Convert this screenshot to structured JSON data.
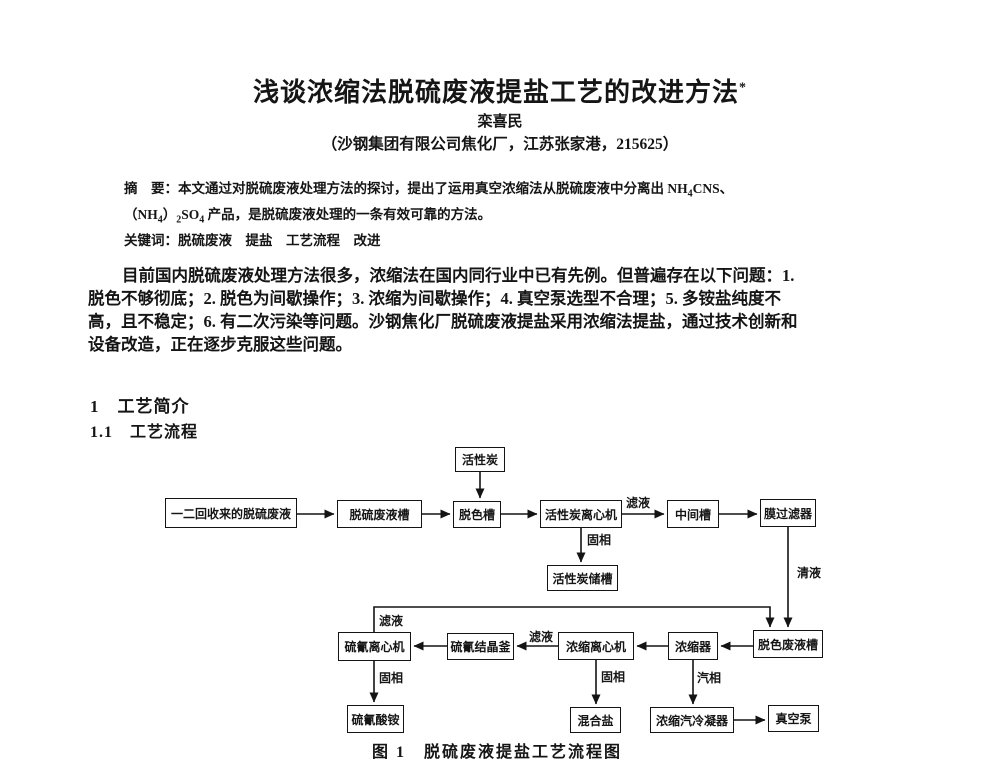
{
  "page": {
    "title": "浅谈浓缩法脱硫废液提盐工艺的改进方法",
    "title_superscript": "*",
    "author": "栾喜民",
    "affiliation": "（沙钢集团有限公司焦化厂，江苏张家港，215625）"
  },
  "abstract": {
    "label": "摘　要：",
    "line1_pre": "本文通过对脱硫废液处理方法的探讨，提出了运用真空浓缩法从脱硫废液中分离出 NH",
    "line1_sub": "4",
    "line1_post": "CNS、",
    "line2_p1": "（NH",
    "line2_s1": "4",
    "line2_p2": "）",
    "line2_s2": "2",
    "line2_p3": "SO",
    "line2_s3": "4",
    "line2_p4": " 产品，是脱硫废液处理的一条有效可靠的方法。",
    "keywords_label": "关键词：",
    "keywords": "脱硫废液　提盐　工艺流程　改进"
  },
  "body": {
    "lines": [
      "目前国内脱硫废液处理方法很多，浓缩法在国内同行业中已有先例。但普遍存在以下问题：1.",
      "脱色不够彻底；2. 脱色为间歇操作；3. 浓缩为间歇操作；4. 真空泵选型不合理；5. 多铵盐纯度不",
      "高，且不稳定；6. 有二次污染等问题。沙钢焦化厂脱硫废液提盐采用浓缩法提盐，通过技术创新和",
      "设备改造，正在逐步克服这些问题。"
    ]
  },
  "sections": {
    "h1": "1　工艺简介",
    "h2": "1.1　工艺流程"
  },
  "flowchart": {
    "boxes": [
      {
        "label": "活性炭"
      },
      {
        "label": "一二回收来的脱硫废液"
      },
      {
        "label": "脱硫废液槽"
      },
      {
        "label": "脱色槽"
      },
      {
        "label": "活性炭离心机"
      },
      {
        "label": "中间槽"
      },
      {
        "label": "膜过滤器"
      },
      {
        "label": "活性炭储槽"
      },
      {
        "label": "硫氰离心机"
      },
      {
        "label": "硫氰结晶釜"
      },
      {
        "label": "浓缩离心机"
      },
      {
        "label": "浓缩器"
      },
      {
        "label": "脱色废液槽"
      },
      {
        "label": "硫氰酸铵"
      },
      {
        "label": "混合盐"
      },
      {
        "label": "浓缩汽冷凝器"
      },
      {
        "label": "真空泵"
      }
    ],
    "streams": {
      "filtrate1": "滤液",
      "solid1": "固相",
      "clear_liquid": "清液",
      "filtrate2": "滤液",
      "filtrate3": "滤液",
      "solid2": "固相",
      "solid3": "固相",
      "vapor": "汽相"
    },
    "caption": "图 1　脱硫废液提盐工艺流程图"
  },
  "colors": {
    "ink": "#141414",
    "paper": "#ffffff"
  }
}
